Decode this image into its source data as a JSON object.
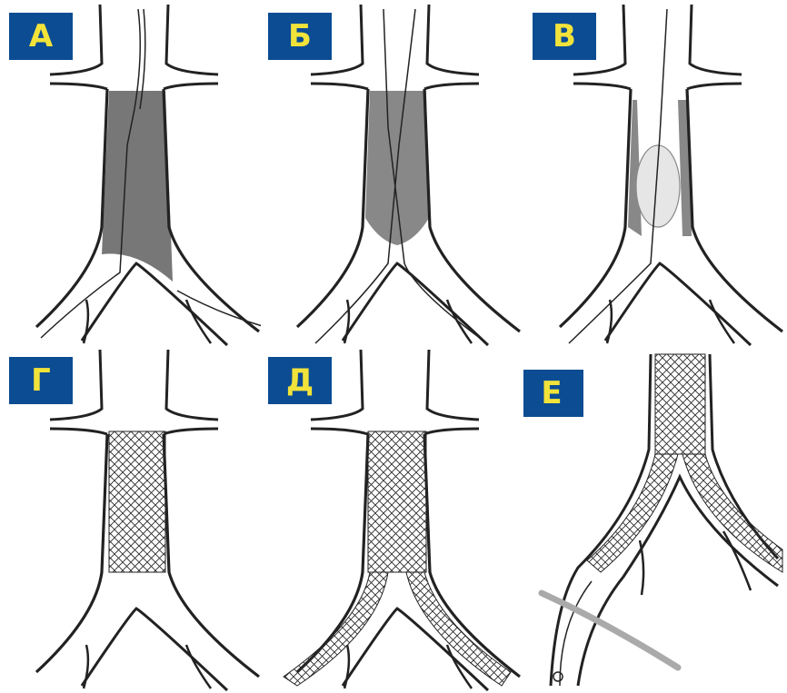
{
  "panels": [
    {
      "label": "А"
    },
    {
      "label": "Б"
    },
    {
      "label": "В"
    },
    {
      "label": "Г"
    },
    {
      "label": "Д"
    },
    {
      "label": "Е"
    }
  ]
}
